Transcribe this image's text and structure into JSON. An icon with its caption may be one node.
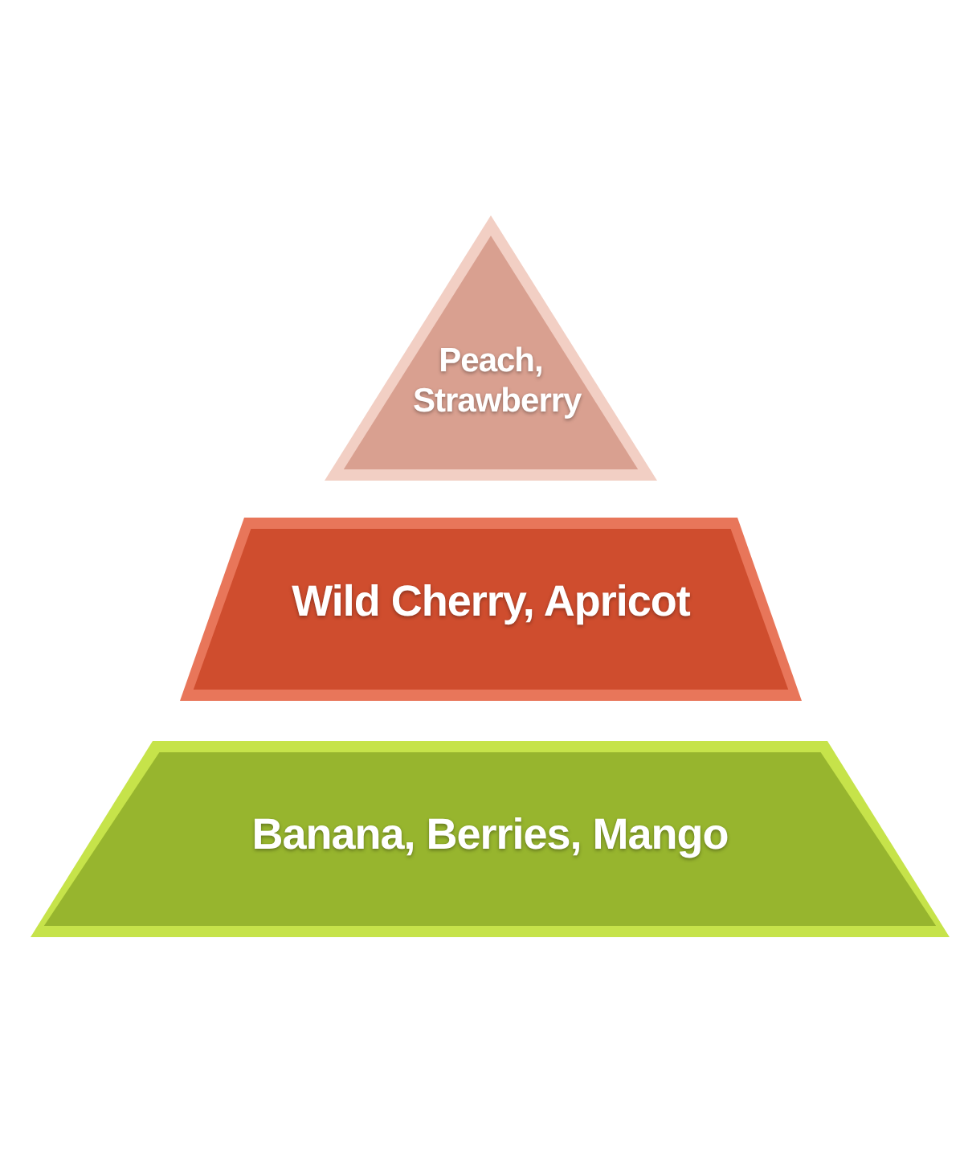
{
  "diagram": {
    "nodes": [
      {
        "text": [
          "Peach, Strawberry"
        ]
      },
      {
        "text": [
          "Wild Cherry, Apricot"
        ]
      },
      {
        "text": [
          "Banana, Berries, Mango"
        ]
      }
    ]
  }
}
